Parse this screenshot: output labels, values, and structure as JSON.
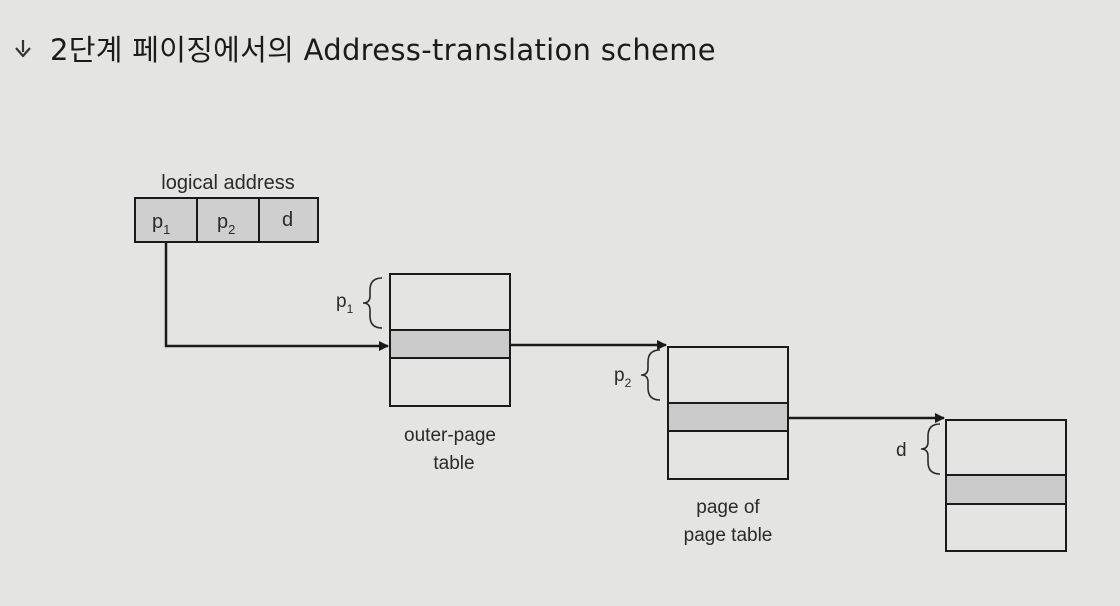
{
  "slide": {
    "title": "2단계 페이징에서의 Address-translation scheme"
  },
  "diagram": {
    "logical_address_label": "logical address",
    "fields": [
      {
        "base": "p",
        "sub": "1"
      },
      {
        "base": "p",
        "sub": "2"
      },
      {
        "base": "d",
        "sub": ""
      }
    ],
    "tables": [
      {
        "offset_label_base": "p",
        "offset_label_sub": "1",
        "name_line1": "outer-page",
        "name_line2": "table"
      },
      {
        "offset_label_base": "p",
        "offset_label_sub": "2",
        "name_line1": "page of",
        "name_line2": "page table"
      },
      {
        "offset_label_base": "d",
        "offset_label_sub": "",
        "name_line1": "",
        "name_line2": ""
      }
    ]
  },
  "colors": {
    "background": "#e4e4e3",
    "field_fill": "#cfcfcf",
    "table_fill": "#e4e4e3",
    "highlight_row": "#cbcbcb",
    "stroke": "#1a1a1a"
  }
}
